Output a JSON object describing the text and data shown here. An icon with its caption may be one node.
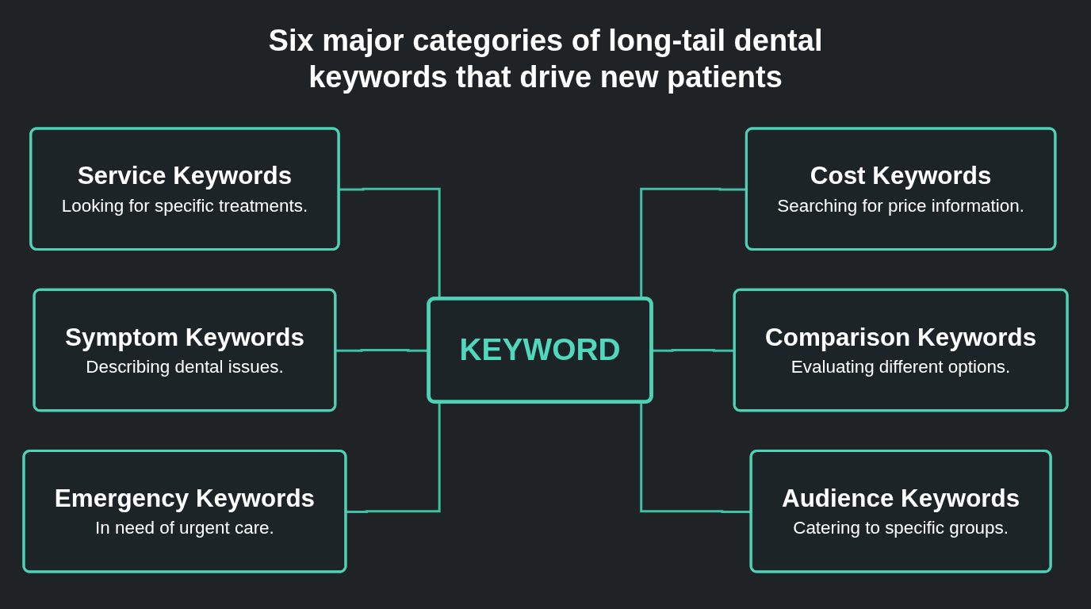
{
  "diagram": {
    "title": "Six major categories of long-tail dental keywords that drive new patients",
    "nodes": [
      {
        "text": [
          "Service Keywords",
          "Looking for specific treatments."
        ]
      },
      {
        "text": [
          "Cost Keywords",
          "Searching for price information."
        ]
      },
      {
        "text": [
          "KEYWORD"
        ]
      },
      {
        "text": [
          "Symptom Keywords",
          "Describing dental issues."
        ]
      },
      {
        "text": [
          "Comparison Keywords",
          "Evaluating different options."
        ]
      },
      {
        "text": [
          "Emergency Keywords",
          "In need of urgent care."
        ]
      },
      {
        "text": [
          "Audience Keywords",
          "Catering to specific groups."
        ]
      }
    ],
    "edges": [
      {
        "from": 0,
        "to": 2,
        "arrow": "none"
      },
      {
        "from": 2,
        "to": 1,
        "arrow": "none"
      },
      {
        "from": 3,
        "to": 2,
        "arrow": "none"
      },
      {
        "from": 2,
        "to": 4,
        "arrow": "none"
      },
      {
        "from": 5,
        "to": 2,
        "arrow": "none"
      },
      {
        "from": 2,
        "to": 6,
        "arrow": "none"
      }
    ]
  }
}
